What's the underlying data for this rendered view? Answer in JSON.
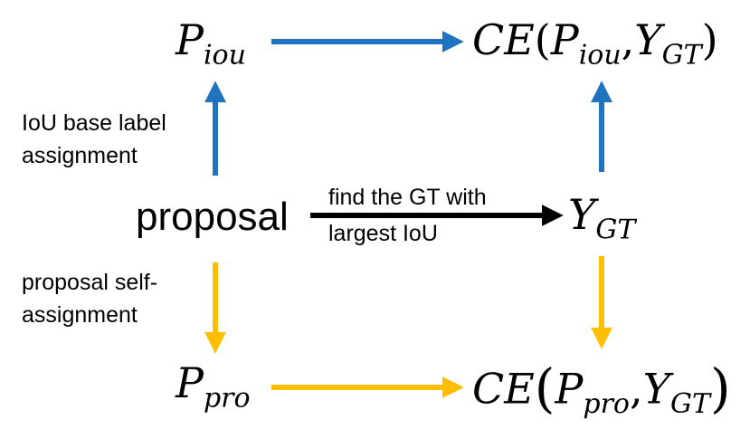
{
  "nodes": {
    "p_iou": {
      "main": "P",
      "sub": "iou"
    },
    "ce_iou": {
      "func": "CE",
      "open": "(",
      "p": "P",
      "p_sub": "iou",
      "comma": ",",
      "y": "Y",
      "y_sub": "GT",
      "close": ")"
    },
    "proposal": "proposal",
    "y_gt": {
      "main": "Y",
      "sub": "GT"
    },
    "p_pro": {
      "main": "P",
      "sub": "pro"
    },
    "ce_pro": {
      "func": "CE",
      "open": "(",
      "p": "P",
      "p_sub": "pro",
      "comma": ",",
      "y": "Y",
      "y_sub": "GT",
      "close": ")"
    }
  },
  "edge_labels": {
    "iou_assignment": [
      "IoU base label",
      "assignment"
    ],
    "self_assignment": [
      "proposal self-",
      "assignment"
    ],
    "find_gt": [
      "find the GT with",
      "largest IoU"
    ]
  },
  "colors": {
    "blue": "#1f73bf",
    "yellow": "#ffbf00",
    "black": "#000000"
  }
}
